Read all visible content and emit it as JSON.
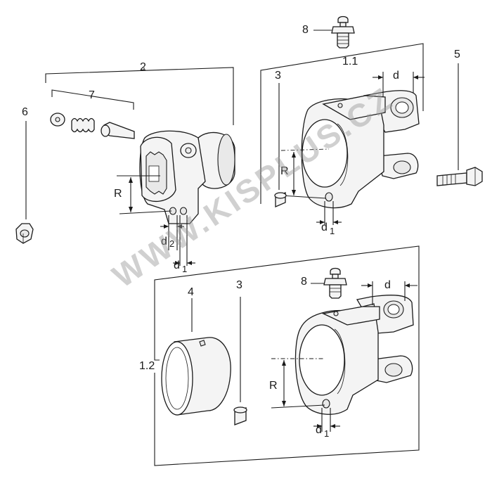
{
  "labels": {
    "item_8_top": "8",
    "item_1_1": "1.1",
    "item_5": "5",
    "item_2": "2",
    "item_7": "7",
    "item_3_top": "3",
    "item_6": "6",
    "item_d_top": "d",
    "item_R_left": "R",
    "item_R_right": "R",
    "item_d2": "d",
    "item_d2_sub": "2",
    "item_d1_left": "d",
    "item_d1_left_sub": "1",
    "item_d1_right": "d",
    "item_d1_right_sub": "1",
    "item_8_bottom": "8",
    "item_d_bottom": "d",
    "item_4": "4",
    "item_3_bottom": "3",
    "item_1_2": "1.2",
    "item_R_bottom": "R",
    "item_d1_bottom": "d",
    "item_d1_bottom_sub": "1"
  },
  "watermark": "WWW.KISPLUS.CZ"
}
